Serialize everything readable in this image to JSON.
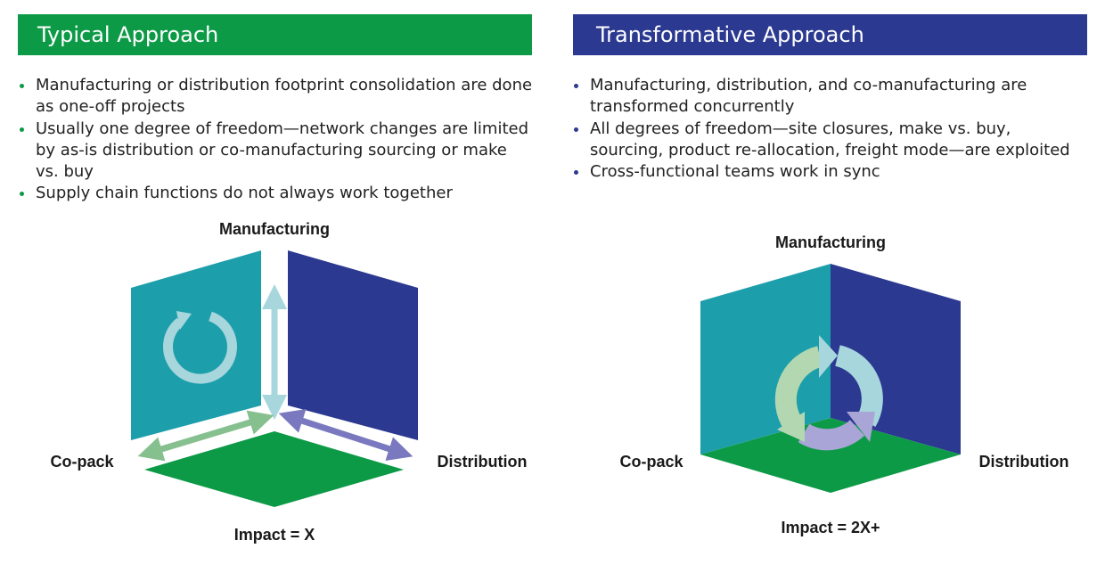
{
  "colors": {
    "green": "#0d9a47",
    "navy": "#2b3990",
    "teal": "#1d9fab",
    "light_cycle": "#a7d6dc",
    "green_arrow": "#86c08f",
    "purple_arrow": "#7a79bf",
    "cycle_green": "#b3d7b0",
    "cycle_purple": "#a9a5d6"
  },
  "left": {
    "title": "Typical Approach",
    "bullets": [
      "Manufacturing or distribution footprint consolidation are done as one-off projects",
      "Usually one degree of freedom—network changes are limited by as-is distribution or co-manufacturing sourcing or make vs. buy",
      "Supply chain functions do not always work together"
    ],
    "diagram": {
      "top_label": "Manufacturing",
      "left_label": "Co-pack",
      "right_label": "Distribution",
      "bottom_label": "Impact = X",
      "icons": [
        "cycle-arrow-icon",
        "double-arrow-icon"
      ]
    }
  },
  "right": {
    "title": "Transformative Approach",
    "bullets": [
      "Manufacturing, distribution, and co-manufacturing are transformed concurrently",
      "All degrees of freedom—site closures, make vs. buy, sourcing, product re-allocation, freight mode—are exploited",
      "Cross-functional teams work in sync"
    ],
    "diagram": {
      "top_label": "Manufacturing",
      "left_label": "Co-pack",
      "right_label": "Distribution",
      "bottom_label": "Impact = 2X+",
      "icons": [
        "tricolor-cycle-icon"
      ]
    }
  }
}
